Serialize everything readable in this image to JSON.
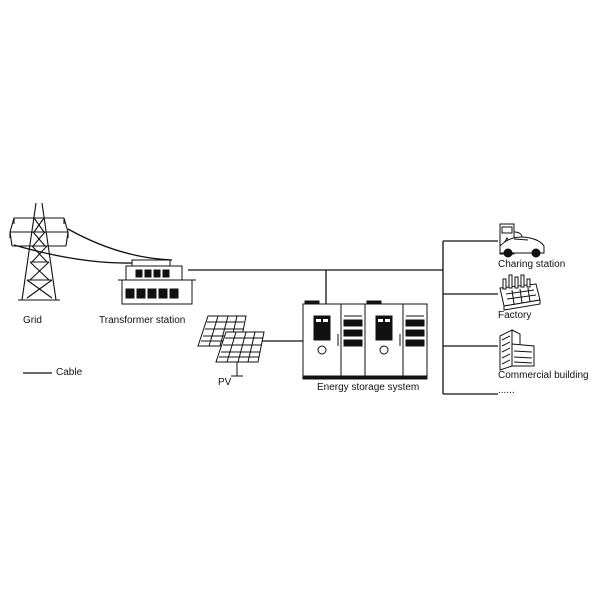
{
  "labels": {
    "grid": "Grid",
    "transformer": "Transformer station",
    "pv": "PV",
    "ess": "Energy storage system",
    "charging": "Charing station",
    "factory": "Factory",
    "commercial": "Commercial building",
    "more": "......",
    "legend_cable": "Cable"
  },
  "colors": {
    "stroke": "#111111",
    "background": "#ffffff"
  },
  "icons": [
    "transmission-tower-icon",
    "transformer-station-icon",
    "solar-panel-icon",
    "energy-storage-cabinet-icon",
    "ev-charging-station-icon",
    "factory-icon",
    "commercial-building-icon"
  ]
}
